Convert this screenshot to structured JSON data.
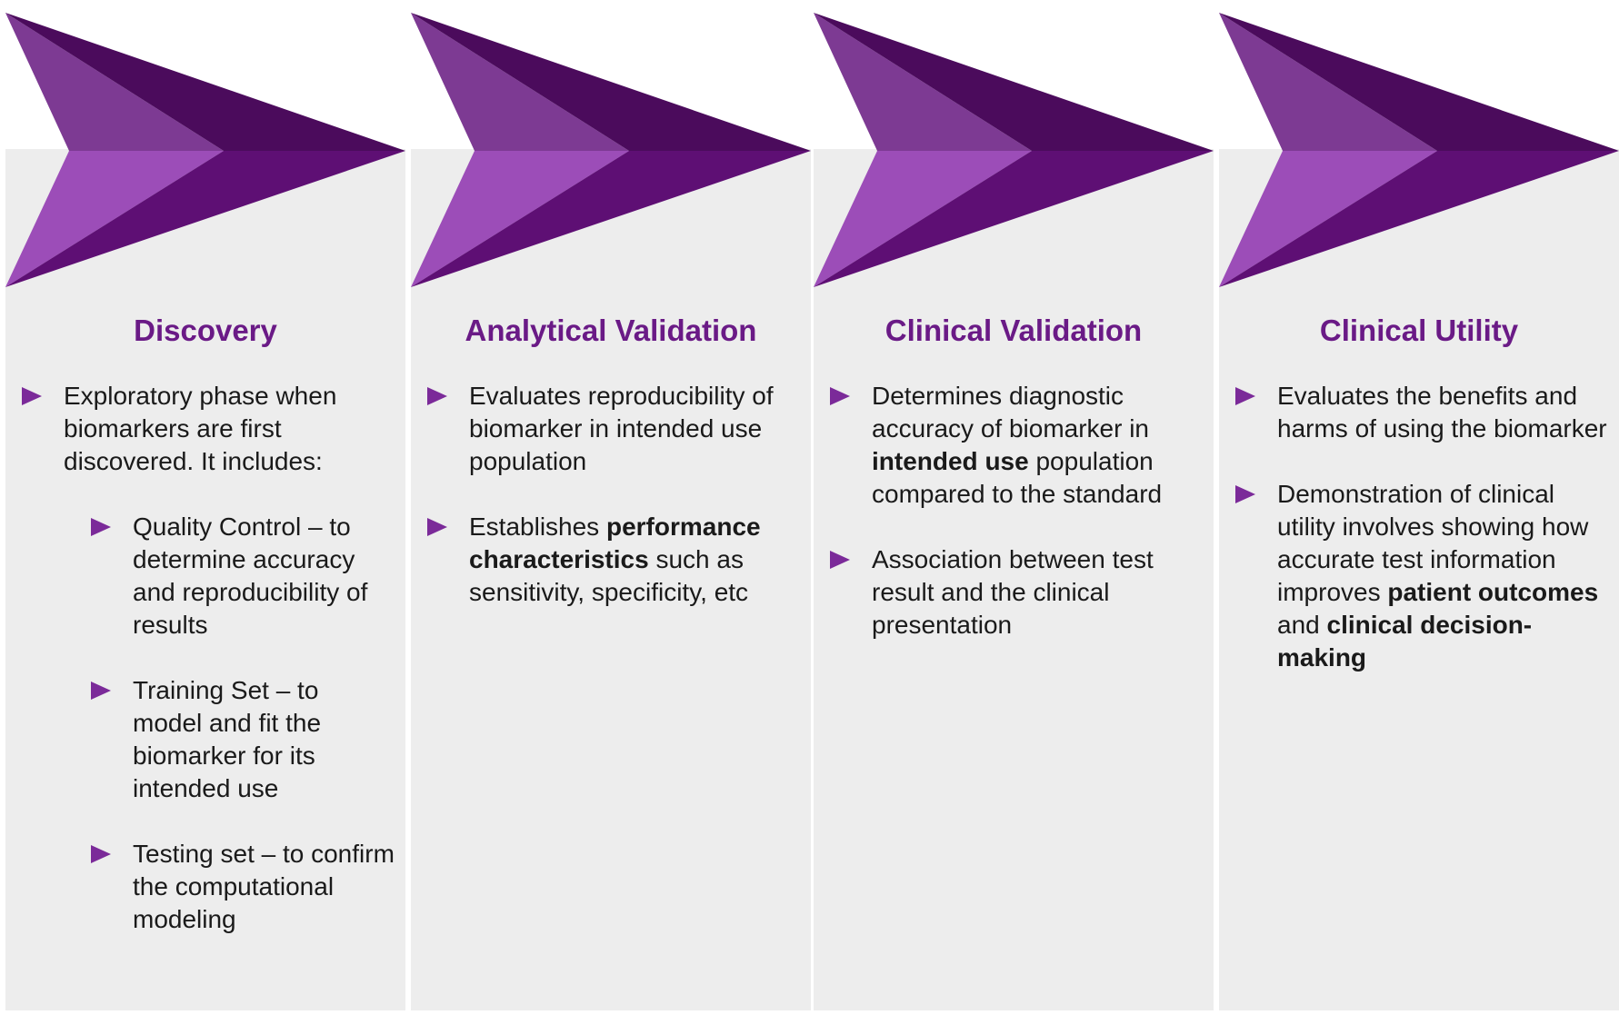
{
  "colors": {
    "panel": "#ededed",
    "heading": "#6a1a86",
    "chevron_light": "#9c4db8",
    "chevron_mid_light": "#7d3a93",
    "chevron_mid_dark": "#5e0f74",
    "chevron_dark": "#4b0b5c",
    "bullet_marker": "#7b2a99"
  },
  "stages": [
    {
      "title": "Discovery",
      "bullets": [
        {
          "level": 1,
          "text": "Exploratory phase when biomarkers are first discovered. It includes:"
        },
        {
          "level": 2,
          "text": "Quality Control – to determine accuracy and reproducibility of results"
        },
        {
          "level": 2,
          "text": "Training Set – to model and fit the biomarker for its intended use"
        },
        {
          "level": 2,
          "text": "Testing set – to confirm the computational modeling"
        }
      ]
    },
    {
      "title": "Analytical Validation",
      "bullets": [
        {
          "level": 1,
          "text": "Evaluates reproducibility of biomarker in intended use population"
        },
        {
          "level": 1,
          "parts": [
            {
              "text": "Establishes "
            },
            {
              "text": "performance characteristics",
              "bold": true
            },
            {
              "text": " such as sensitivity, specificity, etc"
            }
          ]
        }
      ]
    },
    {
      "title": "Clinical Validation",
      "bullets": [
        {
          "level": 1,
          "parts": [
            {
              "text": "Determines diagnostic accuracy of biomarker in "
            },
            {
              "text": "intended use",
              "bold": true
            },
            {
              "text": " population compared to the standard"
            }
          ]
        },
        {
          "level": 1,
          "text": "Association between test result and the clinical presentation"
        }
      ]
    },
    {
      "title": "Clinical Utility",
      "bullets": [
        {
          "level": 1,
          "text": "Evaluates the benefits and harms of using the biomarker"
        },
        {
          "level": 1,
          "parts": [
            {
              "text": "Demonstration of clinical utility involves showing how accurate test information improves "
            },
            {
              "text": "patient outcomes",
              "bold": true
            },
            {
              "text": " and "
            },
            {
              "text": "clinical decision-making",
              "bold": true
            }
          ]
        }
      ]
    }
  ]
}
